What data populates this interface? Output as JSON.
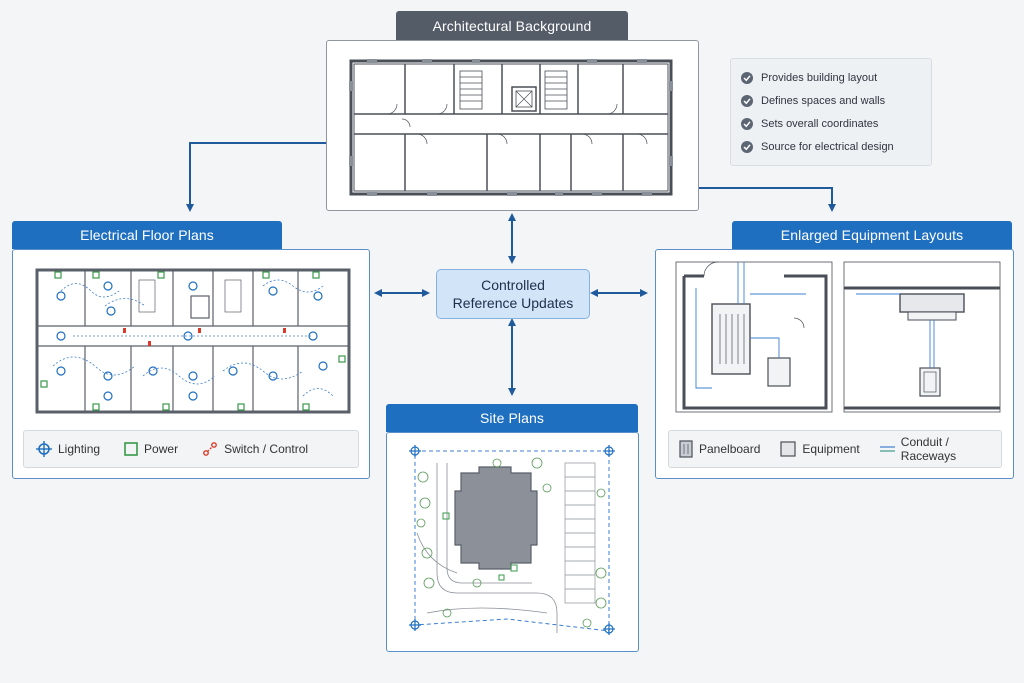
{
  "architectural": {
    "title": "Architectural Background",
    "notes": [
      "Provides building layout",
      "Defines spaces and walls",
      "Sets overall coordinates",
      "Source for electrical design"
    ]
  },
  "electrical": {
    "title": "Electrical Floor Plans",
    "legend": [
      "Lighting",
      "Power",
      "Switch / Control"
    ]
  },
  "equipment": {
    "title": "Enlarged Equipment Layouts",
    "legend": [
      "Panelboard",
      "Equipment",
      "Conduit / Raceways"
    ]
  },
  "site": {
    "title": "Site Plans"
  },
  "center": {
    "line1": "Controlled",
    "line2": "Reference Updates"
  },
  "colors": {
    "accent": "#1f6fc0",
    "lighting": "#1f6fc0",
    "power": "#3a9a4a",
    "switch": "#d93a2b",
    "dark_header": "#545c68"
  }
}
